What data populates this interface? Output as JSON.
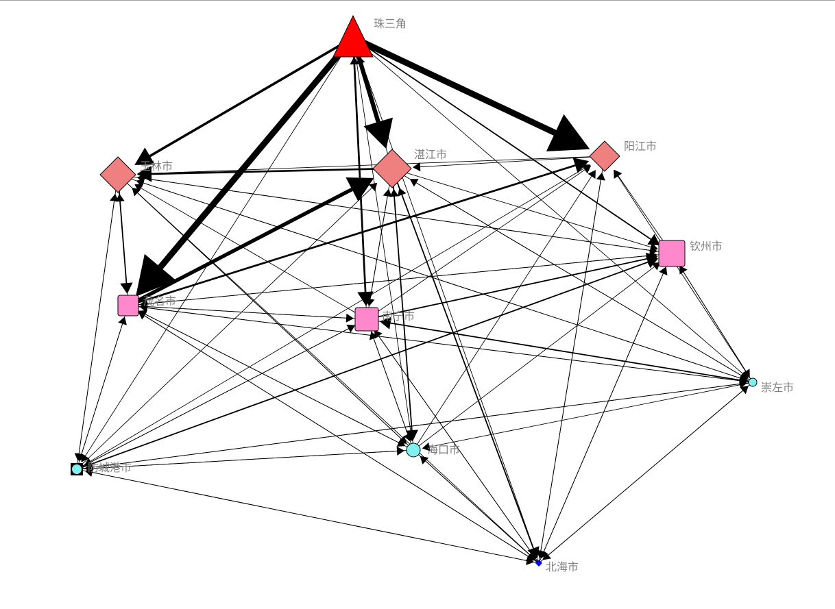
{
  "colors": {
    "hub": "#ff0000",
    "diamond": "#f08080",
    "square": "#ff88cc",
    "circle": "#80f0f0",
    "small": "#0000ff",
    "edge": "#000000",
    "label": "#808080"
  },
  "nodes": [
    {
      "id": "zsj",
      "label": "珠三角",
      "shape": "triangle"
    },
    {
      "id": "yl",
      "label": "玉林市",
      "shape": "diamond"
    },
    {
      "id": "zj",
      "label": "湛江市",
      "shape": "diamond"
    },
    {
      "id": "yj",
      "label": "阳江市",
      "shape": "diamond"
    },
    {
      "id": "qz",
      "label": "钦州市",
      "shape": "square"
    },
    {
      "id": "mm",
      "label": "茂名市",
      "shape": "square"
    },
    {
      "id": "nn",
      "label": "南宁市",
      "shape": "square"
    },
    {
      "id": "cz",
      "label": "崇左市",
      "shape": "circle"
    },
    {
      "id": "hk",
      "label": "海口市",
      "shape": "circle"
    },
    {
      "id": "fcg",
      "label": "防城港市",
      "shape": "circlebox"
    },
    {
      "id": "bh",
      "label": "北海市",
      "shape": "small"
    }
  ],
  "edges": [
    [
      "zsj",
      "mm",
      10
    ],
    [
      "zsj",
      "yj",
      10
    ],
    [
      "zsj",
      "zj",
      7
    ],
    [
      "mm",
      "zj",
      6
    ],
    [
      "zsj",
      "yl",
      4
    ],
    [
      "zsj",
      "nn",
      3
    ],
    [
      "zsj",
      "qz",
      2
    ],
    [
      "zj",
      "yl",
      3
    ],
    [
      "mm",
      "yj",
      3
    ],
    [
      "nn",
      "qz",
      2
    ],
    [
      "cz",
      "nn",
      2
    ],
    [
      "nn",
      "cz",
      1
    ],
    [
      "fcg",
      "qz",
      2
    ],
    [
      "zj",
      "bh",
      2
    ],
    [
      "zj",
      "hk",
      2
    ],
    [
      "yl",
      "mm",
      2
    ],
    [
      "mm",
      "yl",
      1
    ],
    [
      "zj",
      "zsj",
      1
    ],
    [
      "yj",
      "yl",
      1
    ],
    [
      "yj",
      "zj",
      1
    ],
    [
      "zsj",
      "hk",
      1
    ],
    [
      "zsj",
      "bh",
      1
    ],
    [
      "zsj",
      "cz",
      1
    ],
    [
      "zsj",
      "fcg",
      1
    ],
    [
      "nn",
      "zsj",
      1
    ],
    [
      "nn",
      "zj",
      1
    ],
    [
      "hk",
      "zj",
      1
    ],
    [
      "bh",
      "zj",
      1
    ],
    [
      "cz",
      "zj",
      1
    ],
    [
      "fcg",
      "zj",
      1
    ],
    [
      "nn",
      "yj",
      1
    ],
    [
      "hk",
      "yj",
      1
    ],
    [
      "bh",
      "yj",
      1
    ],
    [
      "cz",
      "yj",
      1
    ],
    [
      "fcg",
      "yj",
      1
    ],
    [
      "qz",
      "yj",
      1
    ],
    [
      "mm",
      "qz",
      1
    ],
    [
      "hk",
      "qz",
      1
    ],
    [
      "bh",
      "qz",
      1
    ],
    [
      "cz",
      "qz",
      1
    ],
    [
      "yl",
      "qz",
      1
    ],
    [
      "zj",
      "qz",
      1
    ],
    [
      "qz",
      "yl",
      1
    ],
    [
      "nn",
      "yl",
      1
    ],
    [
      "hk",
      "yl",
      1
    ],
    [
      "cz",
      "yl",
      1
    ],
    [
      "fcg",
      "yl",
      1
    ],
    [
      "bh",
      "yl",
      1
    ],
    [
      "nn",
      "mm",
      1
    ],
    [
      "hk",
      "mm",
      1
    ],
    [
      "fcg",
      "mm",
      1
    ],
    [
      "bh",
      "mm",
      1
    ],
    [
      "cz",
      "mm",
      1
    ],
    [
      "qz",
      "mm",
      1
    ],
    [
      "mm",
      "nn",
      1
    ],
    [
      "hk",
      "nn",
      1
    ],
    [
      "fcg",
      "nn",
      1
    ],
    [
      "bh",
      "nn",
      1
    ],
    [
      "zj",
      "nn",
      1
    ],
    [
      "qz",
      "cz",
      1
    ],
    [
      "mm",
      "hk",
      1
    ],
    [
      "nn",
      "hk",
      1
    ],
    [
      "fcg",
      "hk",
      1
    ],
    [
      "bh",
      "hk",
      1
    ],
    [
      "cz",
      "hk",
      1
    ],
    [
      "yl",
      "hk",
      1
    ],
    [
      "mm",
      "cz",
      1
    ],
    [
      "fcg",
      "cz",
      1
    ],
    [
      "bh",
      "cz",
      1
    ],
    [
      "yl",
      "cz",
      1
    ],
    [
      "zj",
      "cz",
      1
    ],
    [
      "nn",
      "fcg",
      1
    ],
    [
      "mm",
      "fcg",
      1
    ],
    [
      "yl",
      "fcg",
      1
    ],
    [
      "hk",
      "fcg",
      1
    ],
    [
      "bh",
      "fcg",
      1
    ],
    [
      "cz",
      "fcg",
      1
    ],
    [
      "fcg",
      "bh",
      1
    ],
    [
      "nn",
      "bh",
      1
    ],
    [
      "hk",
      "bh",
      1
    ],
    [
      "qz",
      "bh",
      1
    ],
    [
      "cz",
      "bh",
      1
    ],
    [
      "mm",
      "bh",
      1
    ],
    [
      "yj",
      "bh",
      1
    ]
  ]
}
